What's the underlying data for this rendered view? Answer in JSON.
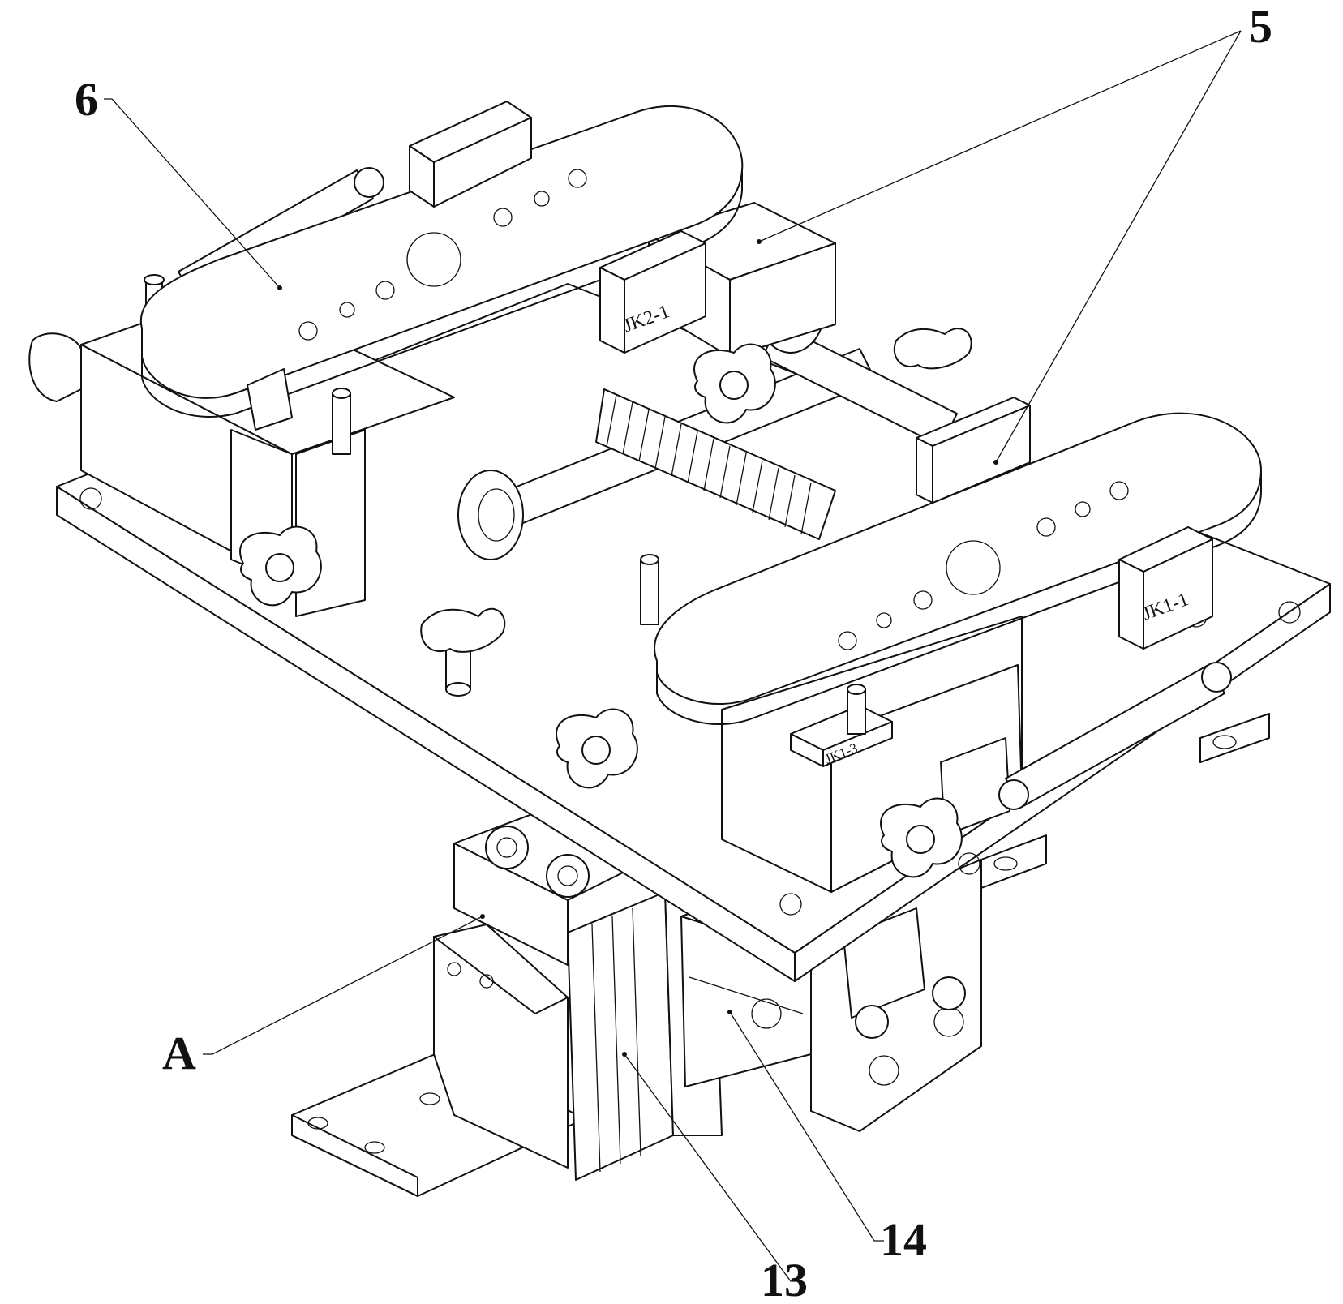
{
  "figure": {
    "callouts": {
      "part_5": "5",
      "part_6": "6",
      "part_a": "A",
      "part_13": "13",
      "part_14": "14"
    },
    "part_tags": {
      "jk2_1": "JK2-1",
      "jk1_1": "JK1-1",
      "jk1_3": "JK1-3"
    }
  }
}
